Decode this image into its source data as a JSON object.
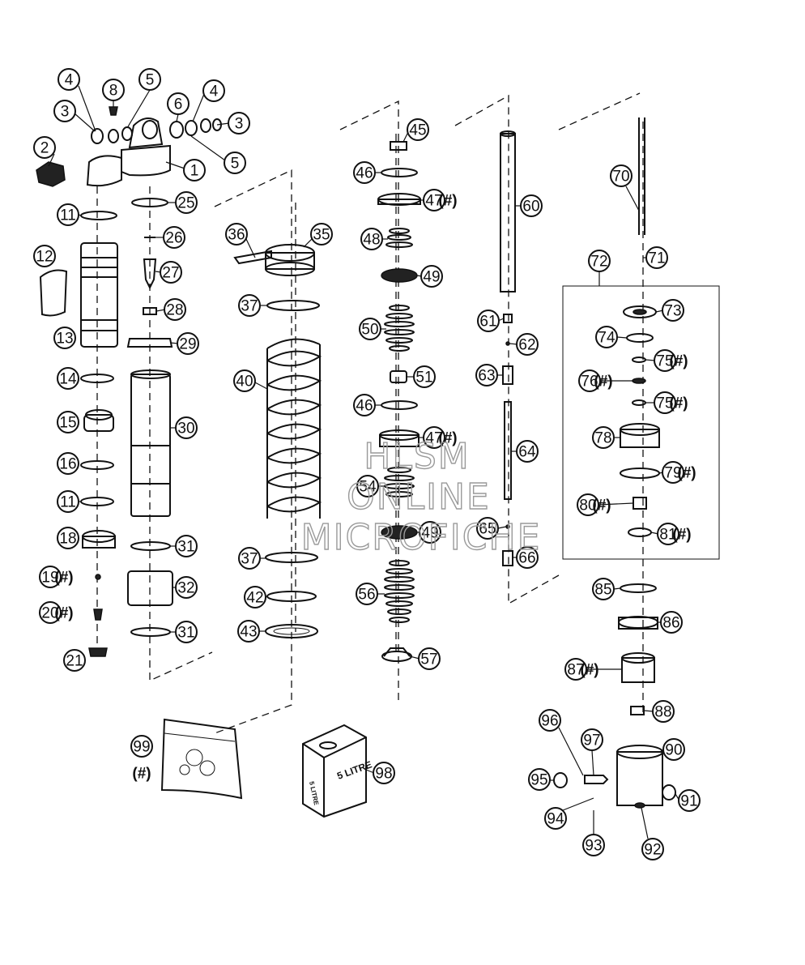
{
  "diagram": {
    "callouts": [
      {
        "num": "1",
        "hash": false
      },
      {
        "num": "2",
        "hash": false
      },
      {
        "num": "3",
        "hash": false
      },
      {
        "num": "3",
        "hash": false
      },
      {
        "num": "4",
        "hash": false
      },
      {
        "num": "4",
        "hash": false
      },
      {
        "num": "5",
        "hash": false
      },
      {
        "num": "5",
        "hash": false
      },
      {
        "num": "6",
        "hash": false
      },
      {
        "num": "8",
        "hash": false
      },
      {
        "num": "11",
        "hash": false
      },
      {
        "num": "11",
        "hash": false
      },
      {
        "num": "12",
        "hash": false
      },
      {
        "num": "13",
        "hash": false
      },
      {
        "num": "14",
        "hash": false
      },
      {
        "num": "15",
        "hash": false
      },
      {
        "num": "16",
        "hash": false
      },
      {
        "num": "18",
        "hash": false
      },
      {
        "num": "19",
        "hash": true
      },
      {
        "num": "20",
        "hash": true
      },
      {
        "num": "21",
        "hash": false
      },
      {
        "num": "25",
        "hash": false
      },
      {
        "num": "26",
        "hash": false
      },
      {
        "num": "27",
        "hash": false
      },
      {
        "num": "28",
        "hash": false
      },
      {
        "num": "29",
        "hash": false
      },
      {
        "num": "30",
        "hash": false
      },
      {
        "num": "31",
        "hash": false
      },
      {
        "num": "31",
        "hash": false
      },
      {
        "num": "32",
        "hash": false
      },
      {
        "num": "35",
        "hash": false
      },
      {
        "num": "36",
        "hash": false
      },
      {
        "num": "37",
        "hash": false
      },
      {
        "num": "37",
        "hash": false
      },
      {
        "num": "40",
        "hash": false
      },
      {
        "num": "42",
        "hash": false
      },
      {
        "num": "43",
        "hash": false
      },
      {
        "num": "45",
        "hash": false
      },
      {
        "num": "46",
        "hash": false
      },
      {
        "num": "46",
        "hash": false
      },
      {
        "num": "47",
        "hash": true
      },
      {
        "num": "47",
        "hash": true
      },
      {
        "num": "48",
        "hash": false
      },
      {
        "num": "49",
        "hash": false
      },
      {
        "num": "49",
        "hash": false
      },
      {
        "num": "50",
        "hash": false
      },
      {
        "num": "51",
        "hash": false
      },
      {
        "num": "54",
        "hash": false
      },
      {
        "num": "56",
        "hash": false
      },
      {
        "num": "57",
        "hash": false
      },
      {
        "num": "60",
        "hash": false
      },
      {
        "num": "61",
        "hash": false
      },
      {
        "num": "62",
        "hash": false
      },
      {
        "num": "63",
        "hash": false
      },
      {
        "num": "64",
        "hash": false
      },
      {
        "num": "65",
        "hash": false
      },
      {
        "num": "66",
        "hash": false
      },
      {
        "num": "70",
        "hash": false
      },
      {
        "num": "71",
        "hash": false
      },
      {
        "num": "72",
        "hash": false
      },
      {
        "num": "73",
        "hash": false
      },
      {
        "num": "74",
        "hash": false
      },
      {
        "num": "75",
        "hash": true
      },
      {
        "num": "75",
        "hash": true
      },
      {
        "num": "76",
        "hash": true
      },
      {
        "num": "78",
        "hash": false
      },
      {
        "num": "79",
        "hash": true
      },
      {
        "num": "80",
        "hash": true
      },
      {
        "num": "81",
        "hash": true
      },
      {
        "num": "85",
        "hash": false
      },
      {
        "num": "86",
        "hash": false
      },
      {
        "num": "87",
        "hash": true
      },
      {
        "num": "88",
        "hash": false
      },
      {
        "num": "90",
        "hash": false
      },
      {
        "num": "91",
        "hash": false
      },
      {
        "num": "92",
        "hash": false
      },
      {
        "num": "93",
        "hash": false
      },
      {
        "num": "94",
        "hash": false
      },
      {
        "num": "95",
        "hash": false
      },
      {
        "num": "96",
        "hash": false
      },
      {
        "num": "97",
        "hash": false
      },
      {
        "num": "98",
        "hash": false
      },
      {
        "num": "99",
        "hash": false
      }
    ],
    "hash_mark": "(#)",
    "oil_can_label": "5 LITRE",
    "oil_can_side_label": "5 LITRE",
    "watermark": [
      "HLSM",
      "ONLINE",
      "MICROFICHE"
    ]
  }
}
